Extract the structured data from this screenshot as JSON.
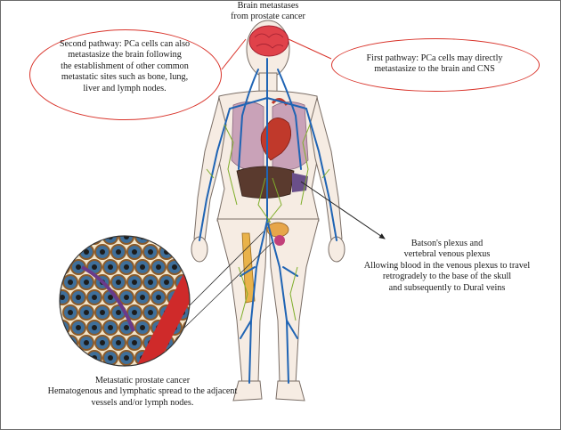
{
  "top_label": [
    "Brain metastases",
    "from prostate cancer"
  ],
  "second_pathway": [
    "Second pathway: PCa cells can also",
    "metastasize the brain following",
    "the establishment of other common",
    "metastatic sites such as bone, lung,",
    "liver and lymph nodes."
  ],
  "first_pathway": [
    "First pathway: PCa cells may directly",
    "metastasize to the brain and CNS"
  ],
  "batson": [
    "Batson's plexus and",
    "vertebral venous plexus",
    "Allowing blood in the venous plexus to travel",
    "retrogradely to the base of the skull",
    "and subsequently to Dural veins"
  ],
  "metastatic": [
    "Metastatic prostate cancer",
    "Hematogenous and lymphatic spread to the adjacent",
    "vessels and/or lymph nodes."
  ],
  "colors": {
    "ellipse_border": "#d9342b",
    "vein": "#1f64b4",
    "lymph": "#7fae2a",
    "brain": "#e0424a",
    "skin": "#f6ece3",
    "lung": "#c9a2b8",
    "heart": "#c0392b",
    "liver": "#5a3a2e",
    "bone": "#e9b24a",
    "arrow": "#222222"
  },
  "icons": [
    "human-figure-illustration",
    "brain-illustration",
    "heart-illustration",
    "lungs-illustration",
    "liver-illustration",
    "prostate-illustration",
    "femur-illustration",
    "cell-magnifier-illustration",
    "arrow-icon"
  ]
}
